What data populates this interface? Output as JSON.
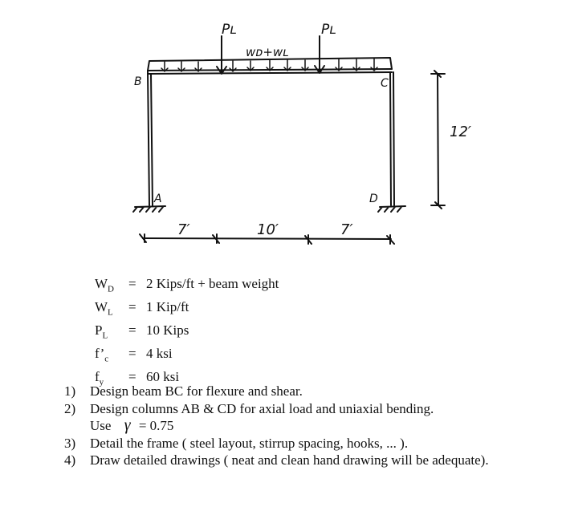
{
  "drawing": {
    "load_left": "Pʟ",
    "load_right": "Pʟ",
    "distributed_load": "wᴅ+wʟ",
    "node_a": "A",
    "node_b": "B",
    "node_c": "C",
    "node_d": "D",
    "height": "12′",
    "span_left": "7′",
    "span_middle": "10′",
    "span_right": "7′"
  },
  "givens": [
    {
      "sym": "W",
      "sub": "D",
      "value": "2  Kips/ft  +  beam weight"
    },
    {
      "sym": "W",
      "sub": "L",
      "value": "1  Kip/ft"
    },
    {
      "sym": "P",
      "sub": "L",
      "value": "10  Kips"
    },
    {
      "sym": "f’",
      "sub": "c",
      "value": "4  ksi"
    },
    {
      "sym": "f",
      "sub": "y",
      "value": "60  ksi"
    }
  ],
  "tasks": [
    {
      "num": "1)",
      "text": "Design beam  BC  for flexure and shear."
    },
    {
      "num": "2)",
      "text": "Design columns  AB & CD  for axial load and uniaxial bending."
    },
    {
      "num": "3)",
      "text": "Detail the frame ( steel layout, stirrup spacing, hooks, ... )."
    },
    {
      "num": "4)",
      "text": "Draw detailed drawings ( neat and clean hand drawing will be adequate)."
    }
  ],
  "gamma_use": "Use",
  "gamma_symbol": "γ",
  "gamma_value": "=  0.75"
}
